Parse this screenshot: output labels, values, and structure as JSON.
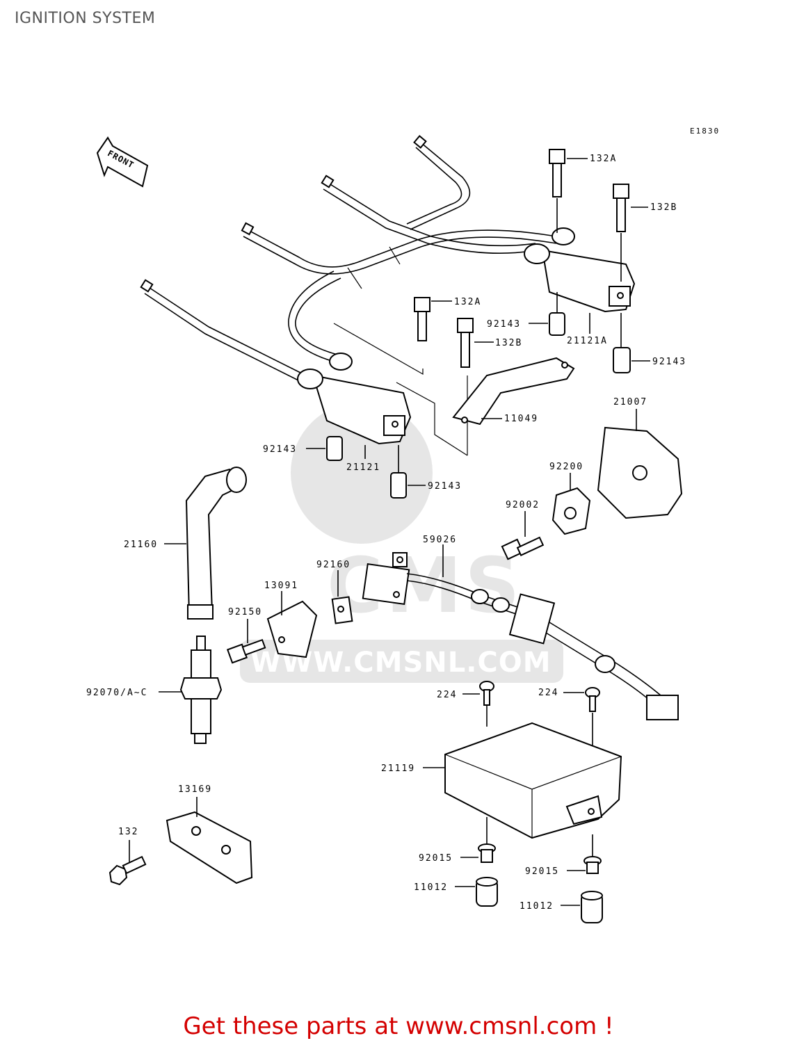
{
  "title": "IGNITION SYSTEM",
  "drawing_code": "E1830",
  "front_label": "FRONT",
  "watermark_text": "CMS",
  "watermark_url": "WWW.CMSNL.COM",
  "call_to_action": "Get these parts at www.cmsnl.com !",
  "labels": {
    "l132a_top": "132A",
    "l132b_top": "132B",
    "l132a_mid": "132A",
    "l132b_mid": "132B",
    "l92143_a": "92143",
    "l21121a": "21121A",
    "l92143_b": "92143",
    "l11049": "11049",
    "l21007": "21007",
    "l92143_c": "92143",
    "l21121": "21121",
    "l92143_d": "92143",
    "l92200": "92200",
    "l92002": "92002",
    "l21160": "21160",
    "l59026": "59026",
    "l92160": "92160",
    "l13091": "13091",
    "l92150": "92150",
    "l92070": "92070/A~C",
    "l224_a": "224",
    "l224_b": "224",
    "l21119": "21119",
    "l13169": "13169",
    "l132": "132",
    "l92015_a": "92015",
    "l92015_b": "92015",
    "l11012_a": "11012",
    "l11012_b": "11012"
  },
  "colors": {
    "cta": "#d40000",
    "title": "#555555",
    "watermark": "#e6e6e6"
  }
}
